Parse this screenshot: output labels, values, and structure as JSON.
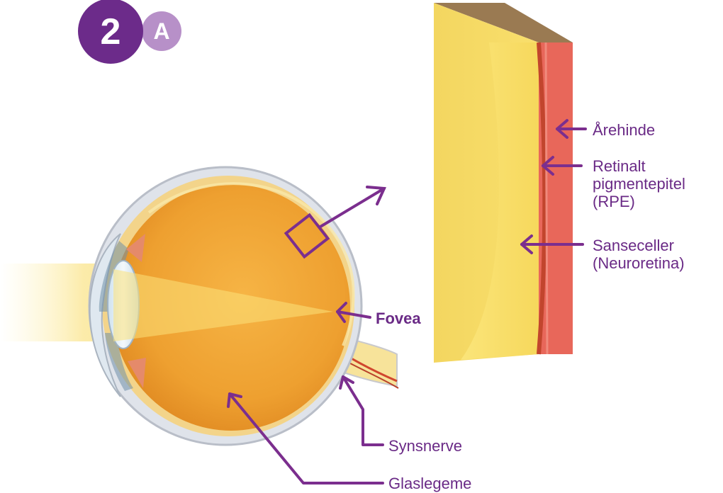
{
  "badge": {
    "number": "2",
    "letter": "A",
    "colors": {
      "number_bg": "#6c2b8a",
      "letter_bg": "#b790c8"
    }
  },
  "labels": {
    "choroid": "Årehinde",
    "rpe": [
      "Retinalt",
      "pigmentepitel",
      "(RPE)"
    ],
    "photoreceptors": [
      "Sanseceller",
      "(Neuroretina)"
    ],
    "fovea": "Fovea",
    "optic_nerve": "Synsnerve",
    "vitreous": "Glaslegeme"
  },
  "colors": {
    "label_text": "#6a2a86",
    "arrow": "#7b2e8e",
    "retina_block": "#f8df6a",
    "choroid_layer": "#e86a5c",
    "eyeball": "#f0a332"
  }
}
